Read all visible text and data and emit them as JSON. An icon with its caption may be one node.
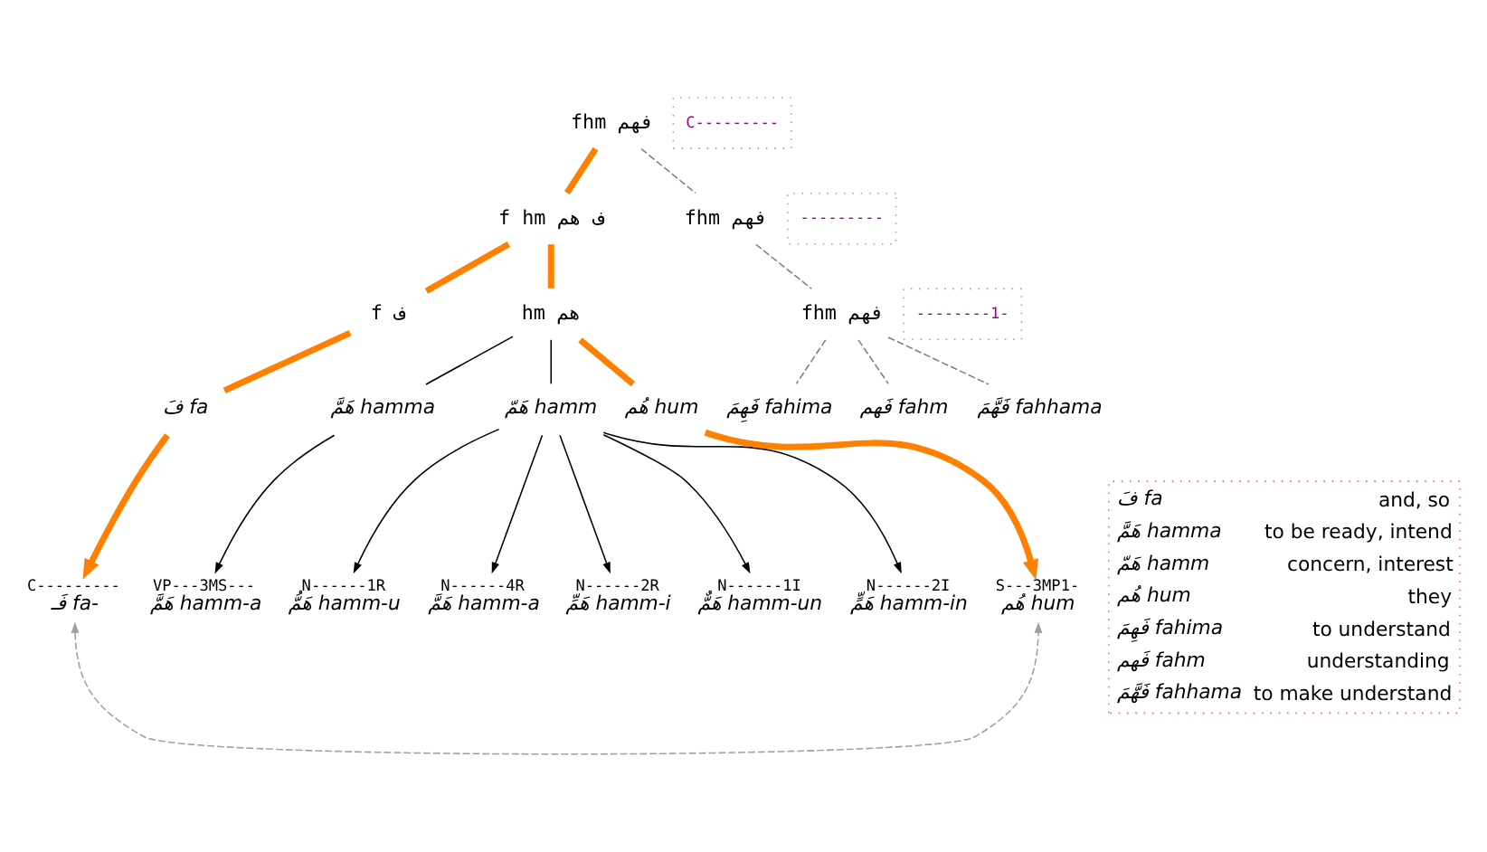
{
  "diagram": {
    "nodes": [
      {
        "text": [
          "fhm فهم"
        ]
      },
      {
        "text": [
          "f hm ف هم"
        ]
      },
      {
        "text": [
          "f ف"
        ]
      },
      {
        "text": [
          "hm هم"
        ]
      },
      {
        "text": [
          "fhm فهم"
        ]
      },
      {
        "text": [
          "fhm فهم"
        ]
      },
      {
        "text": [
          "فَ fa"
        ]
      },
      {
        "text": [
          "هَمَّ hamma"
        ]
      },
      {
        "text": [
          "هَمّ hamm"
        ]
      },
      {
        "text": [
          "هُم hum"
        ]
      },
      {
        "text": [
          "فَهِمَ fahima"
        ]
      },
      {
        "text": [
          "فَهم fahm"
        ]
      },
      {
        "text": [
          "فَهَّمَ fahhama"
        ]
      },
      {
        "text": [
          "C---------",
          "فَـ fa-"
        ]
      },
      {
        "text": [
          "VP---3MS---",
          "هَمَّ hamm-a"
        ]
      },
      {
        "text": [
          "N------1R",
          "هَمُّ hamm-u"
        ]
      },
      {
        "text": [
          "N------4R",
          "هَمَّ hamm-a"
        ]
      },
      {
        "text": [
          "N------2R",
          "هَمِّ hamm-i"
        ]
      },
      {
        "text": [
          "N------1I",
          "هَمٌّ hamm-un"
        ]
      },
      {
        "text": [
          "N------2I",
          "هَمٍّ hamm-in"
        ]
      },
      {
        "text": [
          "S---3MP1-",
          "هُم hum"
        ]
      },
      {
        "text": [
          "فَ fa",
          "and, so",
          "هَمَّ hamma",
          "to be ready, intend",
          "هَمّ hamm",
          "concern, interest",
          "هُم hum",
          "they",
          "فَهِمَ fahima",
          "to understand",
          "فَهم fahm",
          "understanding",
          "فَهَّمَ fahhama",
          "to make understand"
        ]
      }
    ],
    "edges": [
      {
        "from": 0,
        "to": 1,
        "arrow": "none",
        "style": "thick",
        "color": "#ff8000"
      },
      {
        "from": 0,
        "to": 4,
        "arrow": "none",
        "style": "dashed",
        "color": "#808080"
      },
      {
        "from": 1,
        "to": 2,
        "arrow": "none",
        "style": "thick",
        "color": "#ff8000"
      },
      {
        "from": 1,
        "to": 3,
        "arrow": "none",
        "style": "thick",
        "color": "#ff8000"
      },
      {
        "from": 2,
        "to": 6,
        "arrow": "none",
        "style": "thick",
        "color": "#ff8000"
      },
      {
        "from": 3,
        "to": 7,
        "arrow": "none"
      },
      {
        "from": 3,
        "to": 8,
        "arrow": "none"
      },
      {
        "from": 3,
        "to": 9,
        "arrow": "none",
        "style": "thick",
        "color": "#ff8000"
      },
      {
        "from": 4,
        "to": 5,
        "arrow": "none",
        "style": "dashed",
        "color": "#808080"
      },
      {
        "from": 5,
        "to": 10,
        "arrow": "none",
        "style": "dashed",
        "color": "#808080"
      },
      {
        "from": 5,
        "to": 11,
        "arrow": "none",
        "style": "dashed",
        "color": "#808080"
      },
      {
        "from": 5,
        "to": 12,
        "arrow": "none",
        "style": "dashed",
        "color": "#808080"
      },
      {
        "from": 6,
        "to": 13,
        "arrow": "to",
        "style": "thick",
        "color": "#ff8000"
      },
      {
        "from": 7,
        "to": 14,
        "arrow": "to"
      },
      {
        "from": 8,
        "to": 15,
        "arrow": "to"
      },
      {
        "from": 8,
        "to": 16,
        "arrow": "to"
      },
      {
        "from": 8,
        "to": 17,
        "arrow": "to"
      },
      {
        "from": 8,
        "to": 18,
        "arrow": "to"
      },
      {
        "from": 8,
        "to": 19,
        "arrow": "to"
      },
      {
        "from": 9,
        "to": 20,
        "arrow": "to",
        "style": "thick",
        "color": "#ff8000"
      },
      {
        "from": 13,
        "to": 20,
        "arrow": "both",
        "style": "dashed",
        "color": "#a0a0a0"
      }
    ],
    "labels": [
      "C---------",
      "---------",
      "--------1-"
    ]
  }
}
